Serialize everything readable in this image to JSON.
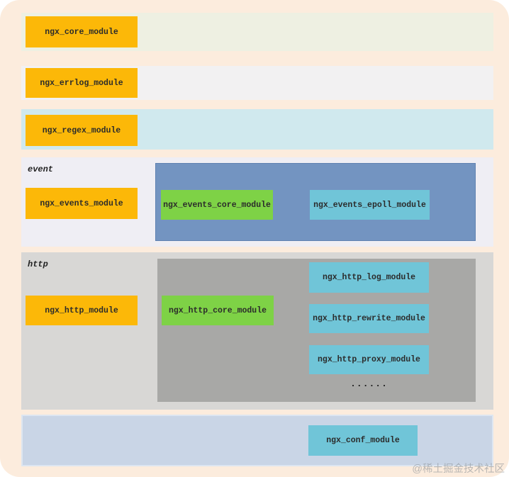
{
  "rows": {
    "core": {
      "module": "ngx_core_module"
    },
    "errlog": {
      "module": "ngx_errlog_module"
    },
    "regex": {
      "module": "ngx_regex_module"
    },
    "event": {
      "label": "event",
      "module": "ngx_events_module",
      "core_module": "ngx_events_core_module",
      "sub_modules": [
        "ngx_events_epoll_module"
      ]
    },
    "http": {
      "label": "http",
      "module": "ngx_http_module",
      "core_module": "ngx_http_core_module",
      "sub_modules": [
        "ngx_http_log_module",
        "ngx_http_rewrite_module",
        "ngx_http_proxy_module"
      ],
      "ellipsis": "......"
    },
    "conf": {
      "module": "ngx_conf_module"
    }
  },
  "watermark": "@稀土掘金技术社区",
  "colors": {
    "page_background": "#fcecdd",
    "module_orange": "#fcb808",
    "module_green": "#7ed246",
    "module_cyan": "#70c5d8",
    "container_blue": "#7394c1",
    "container_gray": "#a8a8a6",
    "band_core": "#eef0e2",
    "band_errlog": "#f2f1f2",
    "band_regex": "#d0e9ee",
    "band_event": "#efeef4",
    "band_http": "#d8d7d5",
    "band_conf": "#c9d5e6",
    "text": "#2b2b2b"
  }
}
